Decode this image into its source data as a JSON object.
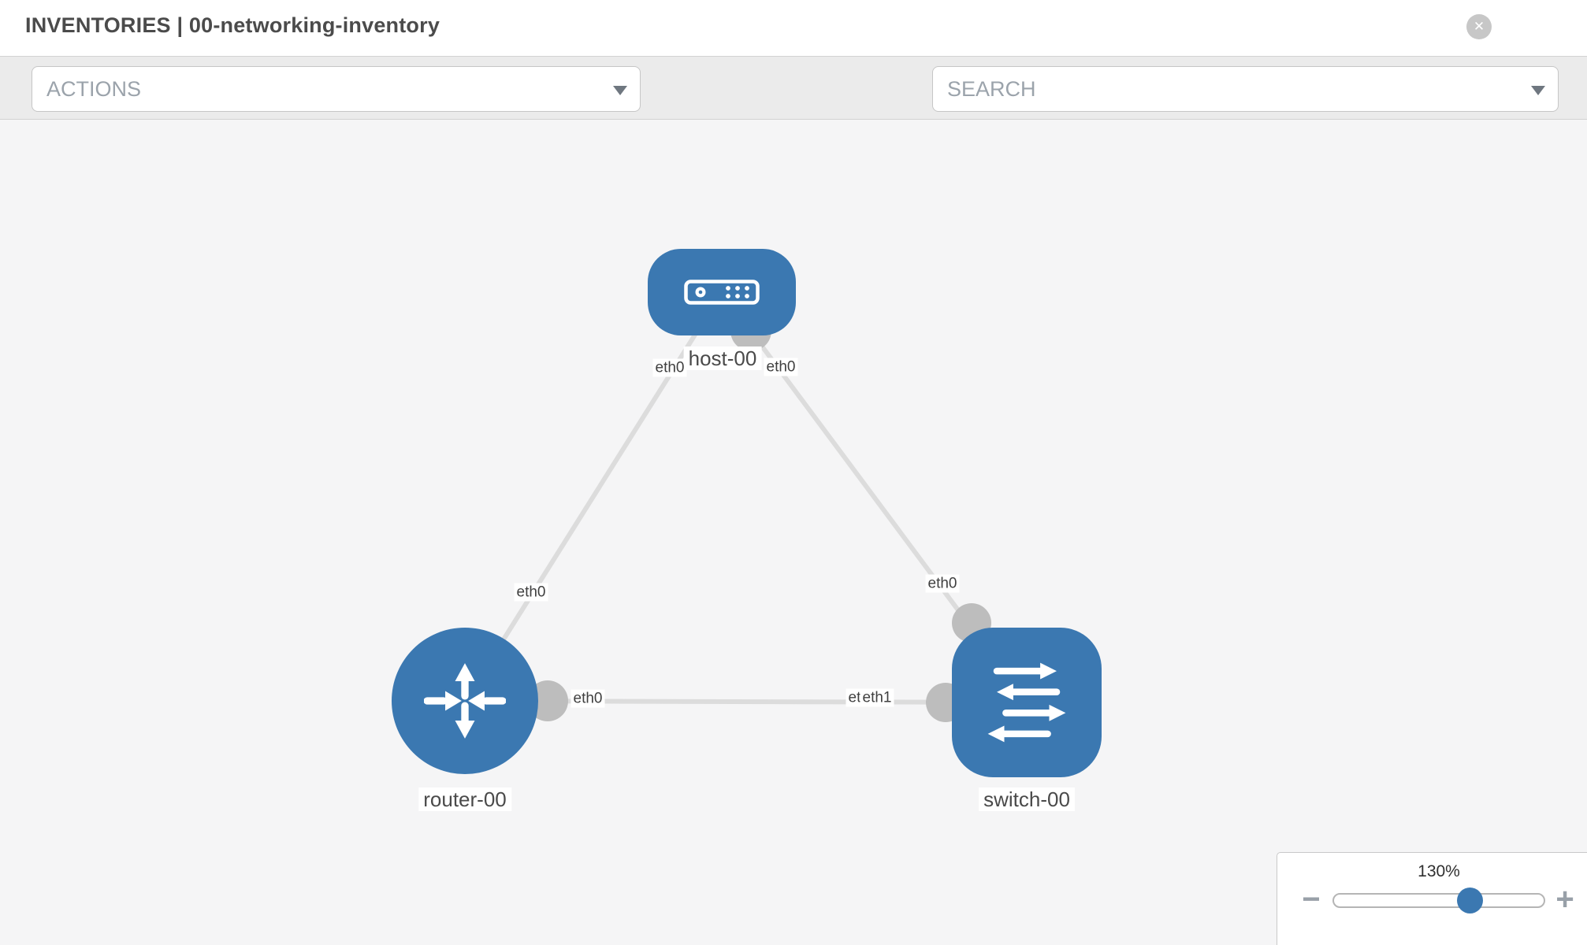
{
  "header": {
    "title": "INVENTORIES | 00-networking-inventory",
    "close_glyph": "✕"
  },
  "toolbar": {
    "actions_placeholder": "ACTIONS",
    "search_placeholder": "SEARCH"
  },
  "topology": {
    "node_labels": {
      "host": "host-00",
      "router": "router-00",
      "switch": "switch-00"
    },
    "interface_labels": {
      "host_left": "eth0",
      "host_right": "eth0",
      "router_uplink": "eth0",
      "switch_uplink": "eth0",
      "mid_router": "eth0",
      "mid_switch_under": "eth0",
      "mid_switch_over": "eth1"
    }
  },
  "zoom_control": {
    "level": "130%",
    "minus_glyph": "−",
    "plus_glyph": "+"
  },
  "colors": {
    "node_blue": "#3b78b1",
    "endpoint_gray": "#bdbdbd",
    "link_gray": "#dcdcdc",
    "canvas_bg": "#f5f5f6",
    "toolbar_bg": "#ebebeb",
    "border_gray": "#d2d2d2",
    "placeholder_gray": "#9ba3ab",
    "icon_gray": "#838d97",
    "text_dark": "#4b4b4b"
  }
}
